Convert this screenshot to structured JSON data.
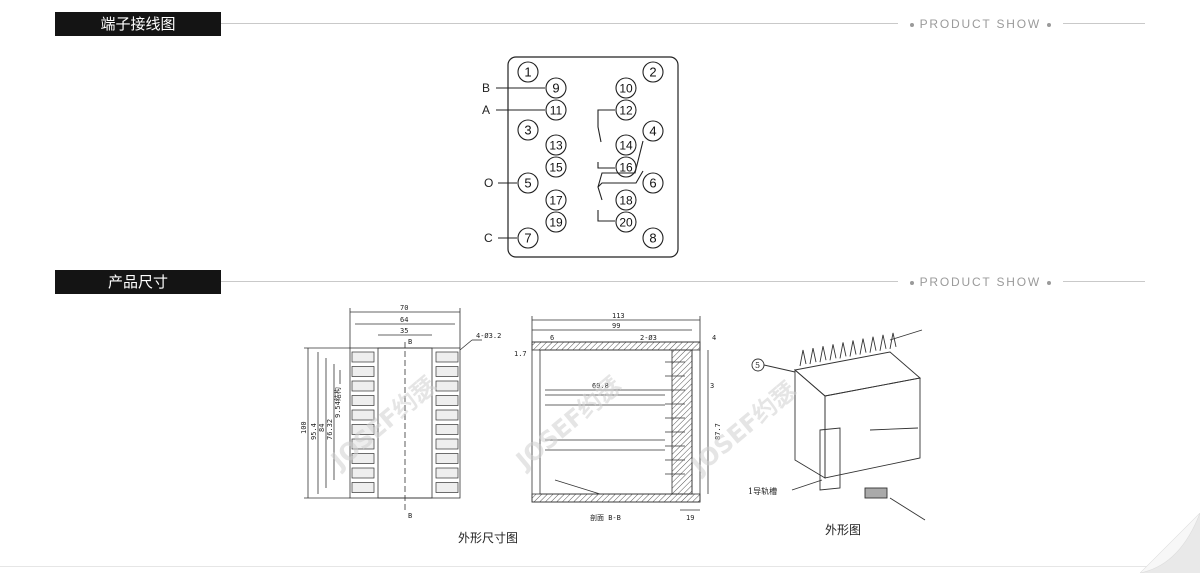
{
  "sections": {
    "wiring": {
      "title": "端子接线图",
      "right_label": "PRODUCT SHOW"
    },
    "dimensions": {
      "title": "产品尺寸",
      "right_label": "PRODUCT SHOW"
    }
  },
  "wiring": {
    "left_col": [
      "1",
      "9",
      "11",
      "3",
      "13",
      "15",
      "5",
      "17",
      "19",
      "7"
    ],
    "right_col": [
      "2",
      "10",
      "12",
      "14",
      "4",
      "16",
      "6",
      "18",
      "20",
      "8"
    ],
    "ext_labels": {
      "b": "B",
      "a": "A",
      "o": "O",
      "c": "C"
    }
  },
  "dims": {
    "front": {
      "d70": "70",
      "d64": "64",
      "d35": "35",
      "hole": "4-Ø3.2",
      "b_top": "B",
      "b_bottom": "B",
      "h100": "100",
      "h95": "95.4",
      "h84": "84",
      "h76": "76.32",
      "pitch": "9.54结构"
    },
    "side": {
      "d113": "113",
      "d99": "99",
      "d6": "6",
      "hole": "2-Ø3",
      "d4": "4",
      "d1_7": "1.7",
      "d69_8": "69.8",
      "d3": "3",
      "d87_7": "87.7",
      "d19": "19",
      "section": "剖面 B-B"
    },
    "iso": {
      "callout": "5",
      "rail": "1导轨槽"
    },
    "watermark": "JOSEF约瑟"
  },
  "captions": {
    "outline_dim": "外形尺寸图",
    "outline": "外形图"
  },
  "colors": {
    "tag_bg": "#141414",
    "line": "#c9c9c9",
    "ink": "#222222",
    "muted": "#9a9a9a"
  }
}
